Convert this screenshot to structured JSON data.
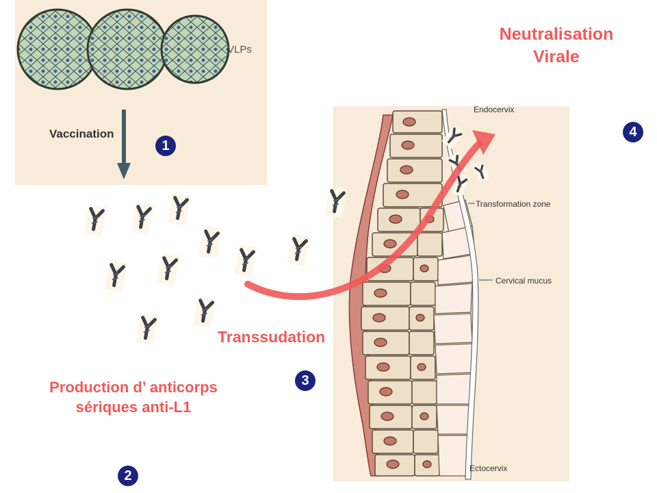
{
  "labels": {
    "vlps": "VLPs",
    "vaccination": "Vaccination",
    "neutralisation": "Neutralisation Virale",
    "production": "Production d’ anticorps sériques anti-L1",
    "transsudation": "Transsudation",
    "endocervix": "Endocervix",
    "transformation_zone": "Transformation zone",
    "cervical_mucus": "Cervical mucus",
    "ectocervix": "Ectocervix"
  },
  "steps": [
    "1",
    "2",
    "3",
    "4"
  ],
  "colors": {
    "accent_red": "#f05a5a",
    "step_badge": "#1a237e",
    "panel_bg": "#f8ebd9"
  }
}
